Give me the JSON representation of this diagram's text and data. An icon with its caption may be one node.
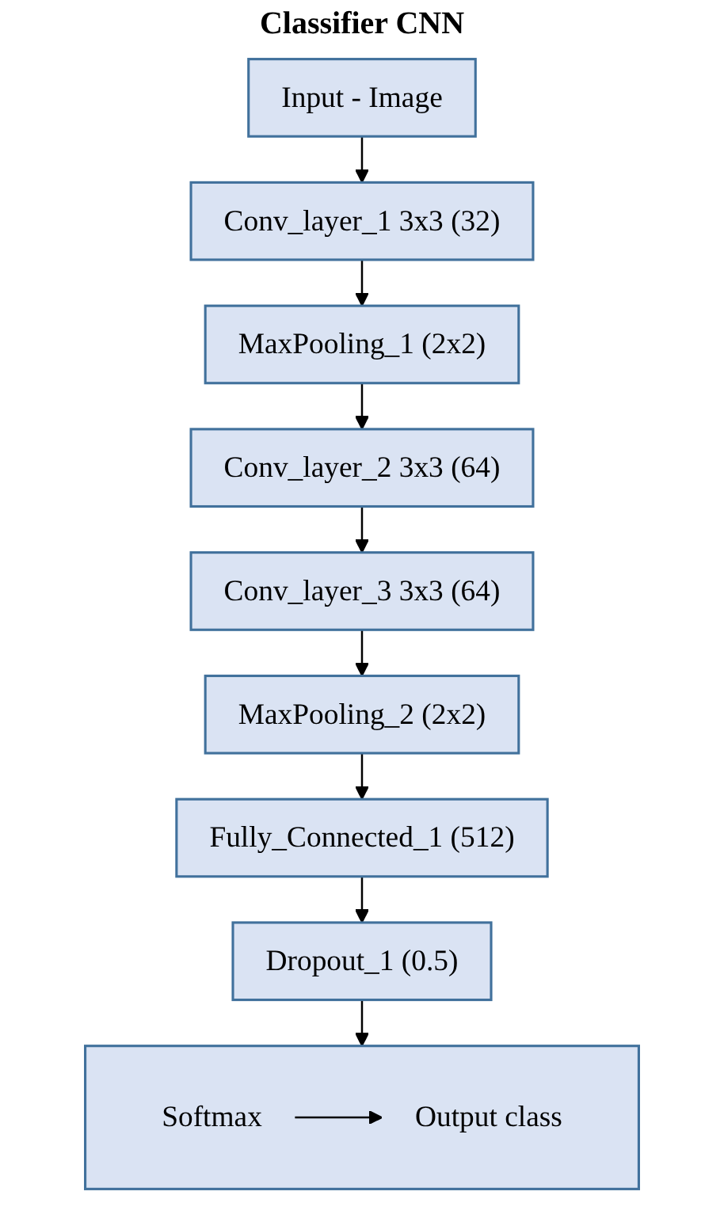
{
  "diagram": {
    "title": "Classifier CNN",
    "nodes": [
      {
        "text": [
          "Input - Image"
        ]
      },
      {
        "text": [
          "Conv_layer_1 3x3 (32)"
        ]
      },
      {
        "text": [
          "MaxPooling_1 (2x2)"
        ]
      },
      {
        "text": [
          "Conv_layer_2 3x3 (64)"
        ]
      },
      {
        "text": [
          "Conv_layer_3 3x3 (64)"
        ]
      },
      {
        "text": [
          "MaxPooling_2 (2x2)"
        ]
      },
      {
        "text": [
          "Fully_Connected_1 (512)"
        ]
      },
      {
        "text": [
          "Dropout_1 (0.5)"
        ]
      },
      {
        "text": [],
        "shape": "box"
      },
      {
        "text": [
          "Softmax"
        ],
        "in": 8
      },
      {
        "text": [
          "Output class"
        ],
        "in": 8
      }
    ],
    "edges": [
      {
        "from": 0,
        "to": 1,
        "arrow": "to"
      },
      {
        "from": 1,
        "to": 2,
        "arrow": "to"
      },
      {
        "from": 2,
        "to": 3,
        "arrow": "to"
      },
      {
        "from": 3,
        "to": 4,
        "arrow": "to"
      },
      {
        "from": 4,
        "to": 5,
        "arrow": "to"
      },
      {
        "from": 5,
        "to": 6,
        "arrow": "to"
      },
      {
        "from": 6,
        "to": 7,
        "arrow": "to"
      },
      {
        "from": 7,
        "to": 8,
        "arrow": "to"
      },
      {
        "from": 9,
        "to": 10,
        "arrow": "to"
      }
    ]
  }
}
